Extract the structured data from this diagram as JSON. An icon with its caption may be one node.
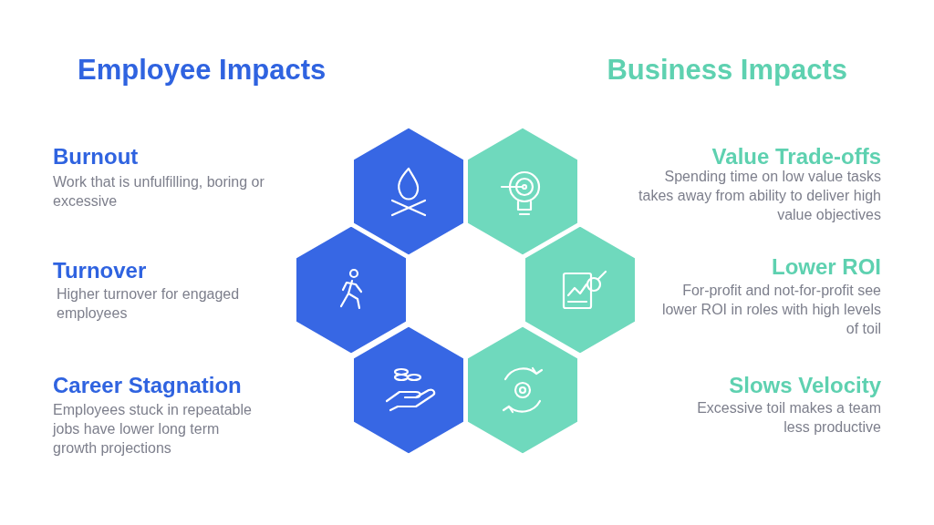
{
  "diagram": {
    "labels": [
      "Employee Impacts",
      "Business Impacts",
      "Burnout",
      "Work that is unfulfilling, boring or excessive",
      "Value Trade-offs",
      "Spending time on low value tasks takes away from ability to deliver high value objectives",
      "Turnover",
      "Higher turnover for engaged employees",
      "Lower ROI",
      "For-profit and not-for-profit see lower ROI in roles with high levels of toil",
      "Career Stagnation",
      "Employees stuck in repeatable jobs have lower long term growth projections",
      "Slows Velocity",
      "Excessive toil makes a team less productive"
    ]
  }
}
